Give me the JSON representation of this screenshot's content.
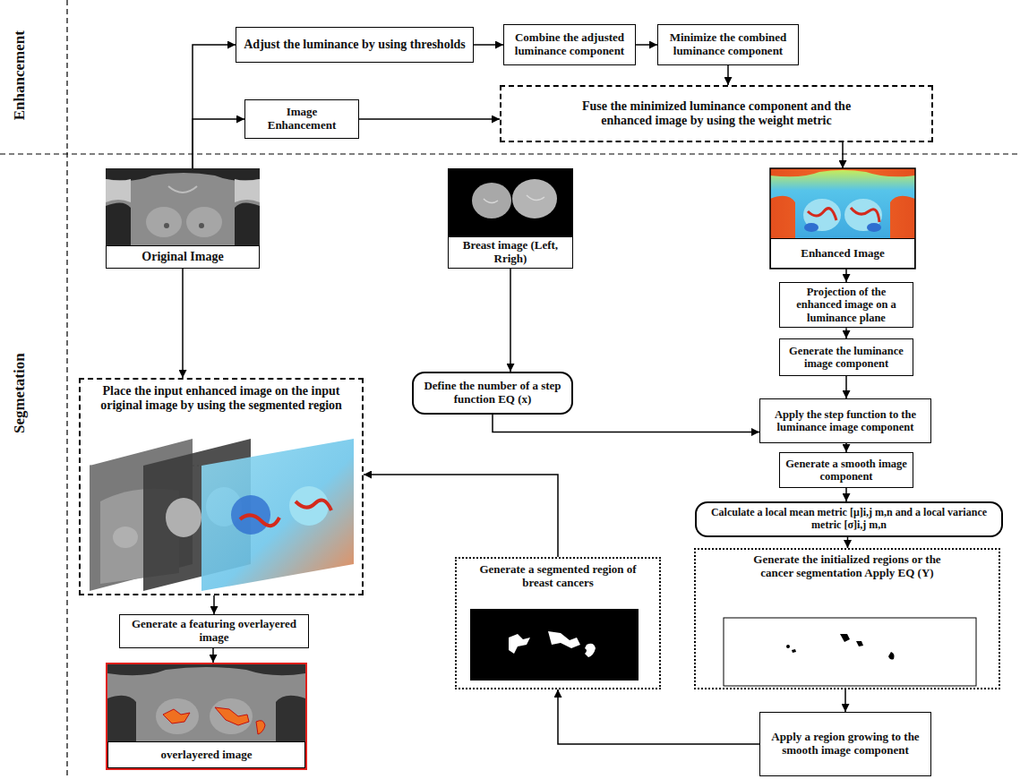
{
  "diagram": {
    "nodes": [
      {
        "text": [
          "Adjust the luminance by using thresholds"
        ]
      },
      {
        "text": [
          "Combine the adjusted luminance component"
        ]
      },
      {
        "text": [
          "Minimize the combined luminance component"
        ]
      },
      {
        "text": [
          "Image Enhancement"
        ]
      },
      {
        "text": [
          "Fuse the minimized luminance component and the enhanced image by using the weight metric"
        ]
      },
      {
        "text": [
          "Original Image"
        ]
      },
      {
        "text": [
          "Breast image (Left, Rrigh)"
        ]
      },
      {
        "text": [
          "Enhanced Image"
        ]
      },
      {
        "text": [
          "Projection of the enhanced image on a luminance plane"
        ]
      },
      {
        "text": [
          "Generate the luminance image component"
        ]
      },
      {
        "text": [
          "Define the number of a step function EQ (x)"
        ]
      },
      {
        "text": [
          "Place the input enhanced image on the input original image by using the segmented region"
        ]
      },
      {
        "text": [
          "Apply the step function to the luminance image component"
        ]
      },
      {
        "text": [
          "Generate a smooth image component"
        ]
      },
      {
        "text": [
          "Calculate a local mean metric [μ]i,j m,n and a local variance metric [σ]i,j m,n"
        ]
      },
      {
        "text": [
          "Generate the initialized regions or the cancer segmentation Apply EQ (Y)"
        ]
      },
      {
        "text": [
          "Generate a segmented region of breast cancers"
        ]
      },
      {
        "text": [
          "Generate a featuring overlayered image"
        ]
      },
      {
        "text": [
          "overlayered image"
        ]
      },
      {
        "text": [
          "Apply a region growing to the smooth image component"
        ]
      }
    ],
    "edges": [
      {
        "from": 5,
        "to": 0,
        "arrow": "to"
      },
      {
        "from": 5,
        "to": 3,
        "arrow": "to"
      },
      {
        "from": 0,
        "to": 1,
        "arrow": "to"
      },
      {
        "from": 1,
        "to": 2,
        "arrow": "to"
      },
      {
        "from": 2,
        "to": 4,
        "arrow": "to"
      },
      {
        "from": 3,
        "to": 4,
        "arrow": "to"
      },
      {
        "from": 4,
        "to": 7,
        "arrow": "to"
      },
      {
        "from": 5,
        "to": 11,
        "arrow": "to"
      },
      {
        "from": 6,
        "to": 10,
        "arrow": "to"
      },
      {
        "from": 7,
        "to": 8,
        "arrow": "to"
      },
      {
        "from": 8,
        "to": 9,
        "arrow": "to"
      },
      {
        "from": 9,
        "to": 12,
        "arrow": "to"
      },
      {
        "from": 10,
        "to": 12,
        "arrow": "to"
      },
      {
        "from": 12,
        "to": 13,
        "arrow": "to"
      },
      {
        "from": 13,
        "to": 14,
        "arrow": "to"
      },
      {
        "from": 14,
        "to": 15,
        "arrow": "to"
      },
      {
        "from": 15,
        "to": 19,
        "arrow": "to"
      },
      {
        "from": 19,
        "to": 16,
        "arrow": "to"
      },
      {
        "from": 16,
        "to": 11,
        "arrow": "to"
      },
      {
        "from": 11,
        "to": 17,
        "arrow": "to"
      },
      {
        "from": 17,
        "to": 18,
        "arrow": "to"
      }
    ],
    "labels": [
      "Enhancement",
      "Segmetation"
    ]
  }
}
